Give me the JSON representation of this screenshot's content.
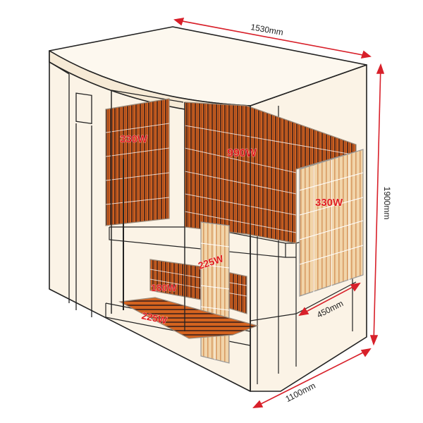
{
  "colors": {
    "outline": "#222222",
    "body_fill": "#fbf3e6",
    "heater_orange": "#d4631f",
    "heater_dark": "#5b2e1c",
    "heater_light": "#e8b98a",
    "heater_light_bg": "#f1d4a9",
    "dimension": "#d8202a",
    "wattage_text": "#e01b1b"
  },
  "dimensions": {
    "width": "1530mm",
    "height": "1900mm",
    "depth": "1100mm",
    "bench_depth": "450mm"
  },
  "heaters": {
    "left_wall": "330W",
    "back_wall": "990W",
    "right_wall": "330W",
    "calf": "180W",
    "leg_panel": "225W",
    "floor": "225W"
  }
}
